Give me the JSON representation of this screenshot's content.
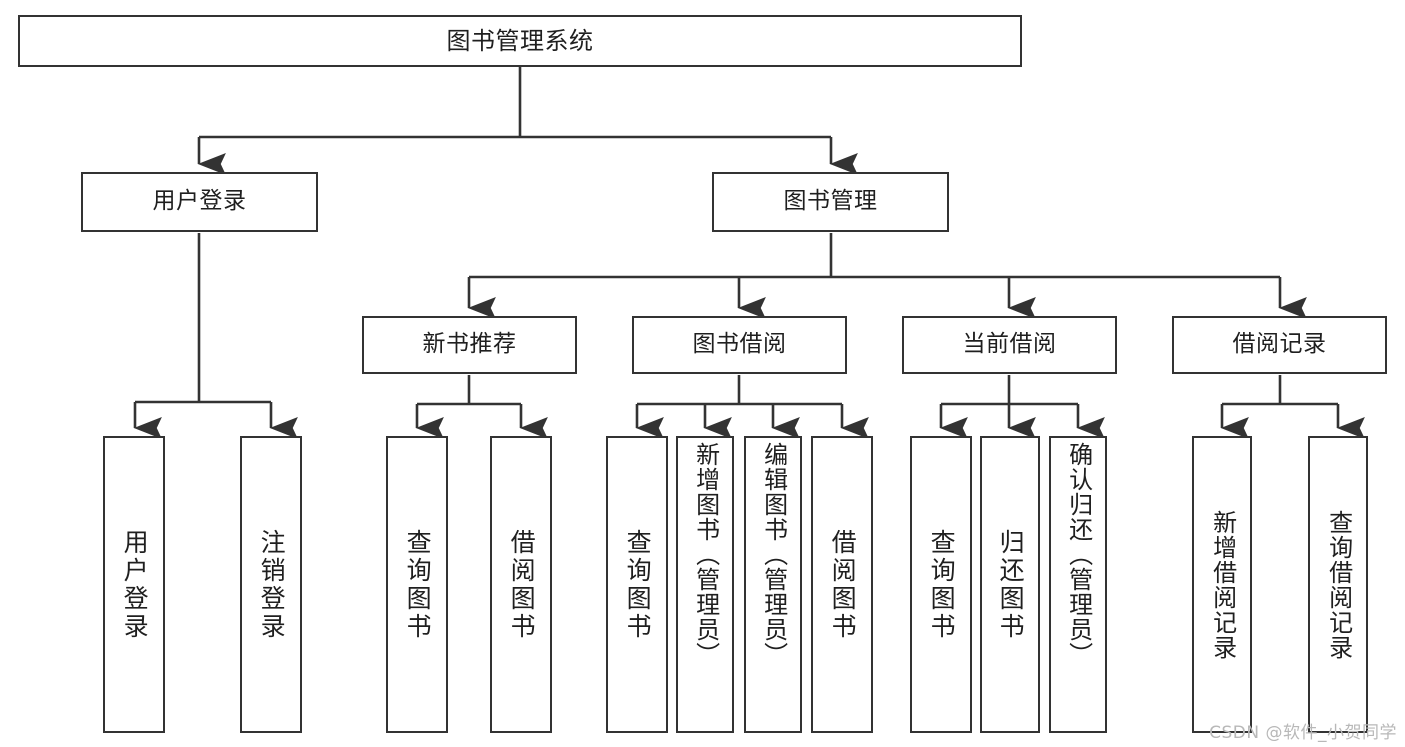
{
  "diagram": {
    "type": "tree-hierarchy",
    "title": "图书管理系统",
    "watermark": "CSDN @软件_小贺同学",
    "style": {
      "background": "#ffffff",
      "node_fill": "#ffffff",
      "node_stroke": "#333333",
      "edge_color": "#333333",
      "text_color": "#1f1f1f",
      "watermark_color": "#b8b8b8"
    },
    "nodes": {
      "root": {
        "label": "图书管理系统",
        "level": 1
      },
      "l2": [
        {
          "id": "user-login",
          "label": "用户登录",
          "level": 2
        },
        {
          "id": "book-management",
          "label": "图书管理",
          "level": 2
        }
      ],
      "l3": [
        {
          "id": "new-book-recommend",
          "label": "新书推荐",
          "level": 3,
          "parent": "book-management"
        },
        {
          "id": "book-borrow",
          "label": "图书借阅",
          "level": 3,
          "parent": "book-management"
        },
        {
          "id": "current-borrow",
          "label": "当前借阅",
          "level": 3,
          "parent": "book-management"
        },
        {
          "id": "borrow-record",
          "label": "借阅记录",
          "level": 3,
          "parent": "book-management"
        }
      ],
      "leaves": [
        {
          "id": "leaf-user-login",
          "label": "用户登录",
          "parent": "user-login"
        },
        {
          "id": "leaf-logout-login",
          "label": "注销登录",
          "parent": "user-login"
        },
        {
          "id": "leaf-query-book-1",
          "label": "查询图书",
          "parent": "new-book-recommend"
        },
        {
          "id": "leaf-borrow-book-1",
          "label": "借阅图书",
          "parent": "new-book-recommend"
        },
        {
          "id": "leaf-query-book-2",
          "label": "查询图书",
          "parent": "book-borrow"
        },
        {
          "id": "leaf-add-book",
          "label": "新增图书（管理员）",
          "parent": "book-borrow"
        },
        {
          "id": "leaf-edit-book",
          "label": "编辑图书（管理员）",
          "parent": "book-borrow"
        },
        {
          "id": "leaf-borrow-book-2",
          "label": "借阅图书",
          "parent": "book-borrow"
        },
        {
          "id": "leaf-query-book-3",
          "label": "查询图书",
          "parent": "current-borrow"
        },
        {
          "id": "leaf-return-book",
          "label": "归还图书",
          "parent": "current-borrow"
        },
        {
          "id": "leaf-confirm-return",
          "label": "确认归还（管理员）",
          "parent": "current-borrow"
        },
        {
          "id": "leaf-add-record",
          "label": "新增借阅记录",
          "parent": "borrow-record"
        },
        {
          "id": "leaf-query-record",
          "label": "查询借阅记录",
          "parent": "borrow-record"
        }
      ]
    }
  }
}
